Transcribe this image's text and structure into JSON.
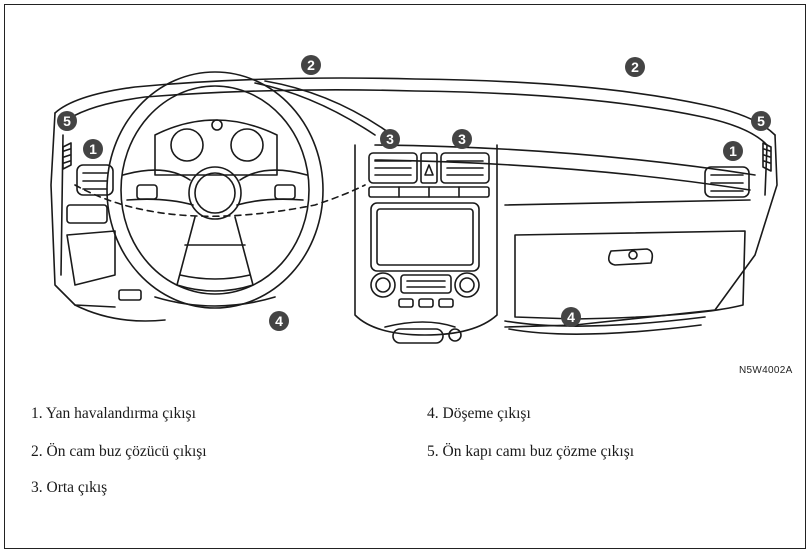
{
  "diagram": {
    "part_code": "N5W4002A",
    "callouts": [
      "1",
      "1",
      "2",
      "2",
      "3",
      "3",
      "4",
      "4",
      "5",
      "5"
    ]
  },
  "legend": {
    "item1": "1. Yan havalandırma çıkışı",
    "item2": "2. Ön cam buz çözücü çıkışı",
    "item3": "3. Orta çıkış",
    "item4": "4. Döşeme çıkışı",
    "item5": "5. Ön kapı camı buz çözme çıkışı"
  }
}
